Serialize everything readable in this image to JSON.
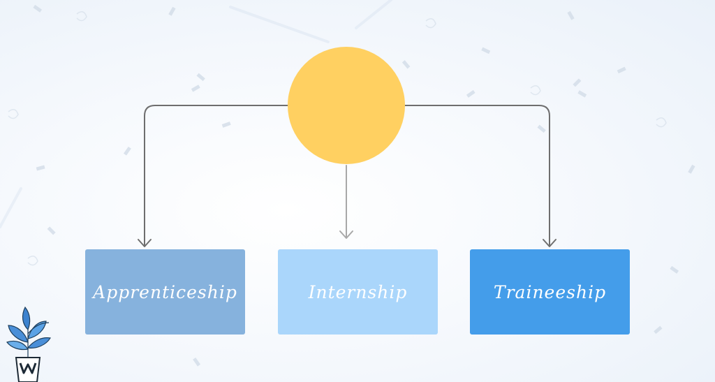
{
  "diagram": {
    "nodes": [
      {
        "label": "Apprenticeship",
        "color": "#86b2dd"
      },
      {
        "label": "Internship",
        "color": "#aad6fb"
      },
      {
        "label": "Traineeship",
        "color": "#449dea"
      }
    ],
    "center_node": {
      "label": "",
      "color": "#ffd061"
    },
    "connector_color": "#6e6e6e",
    "middle_connector_color": "#a8a8a8",
    "background_colors": [
      "#ffffff",
      "#eaf1f9"
    ],
    "logo": {
      "name": "plant-pot-logo-icon"
    }
  }
}
